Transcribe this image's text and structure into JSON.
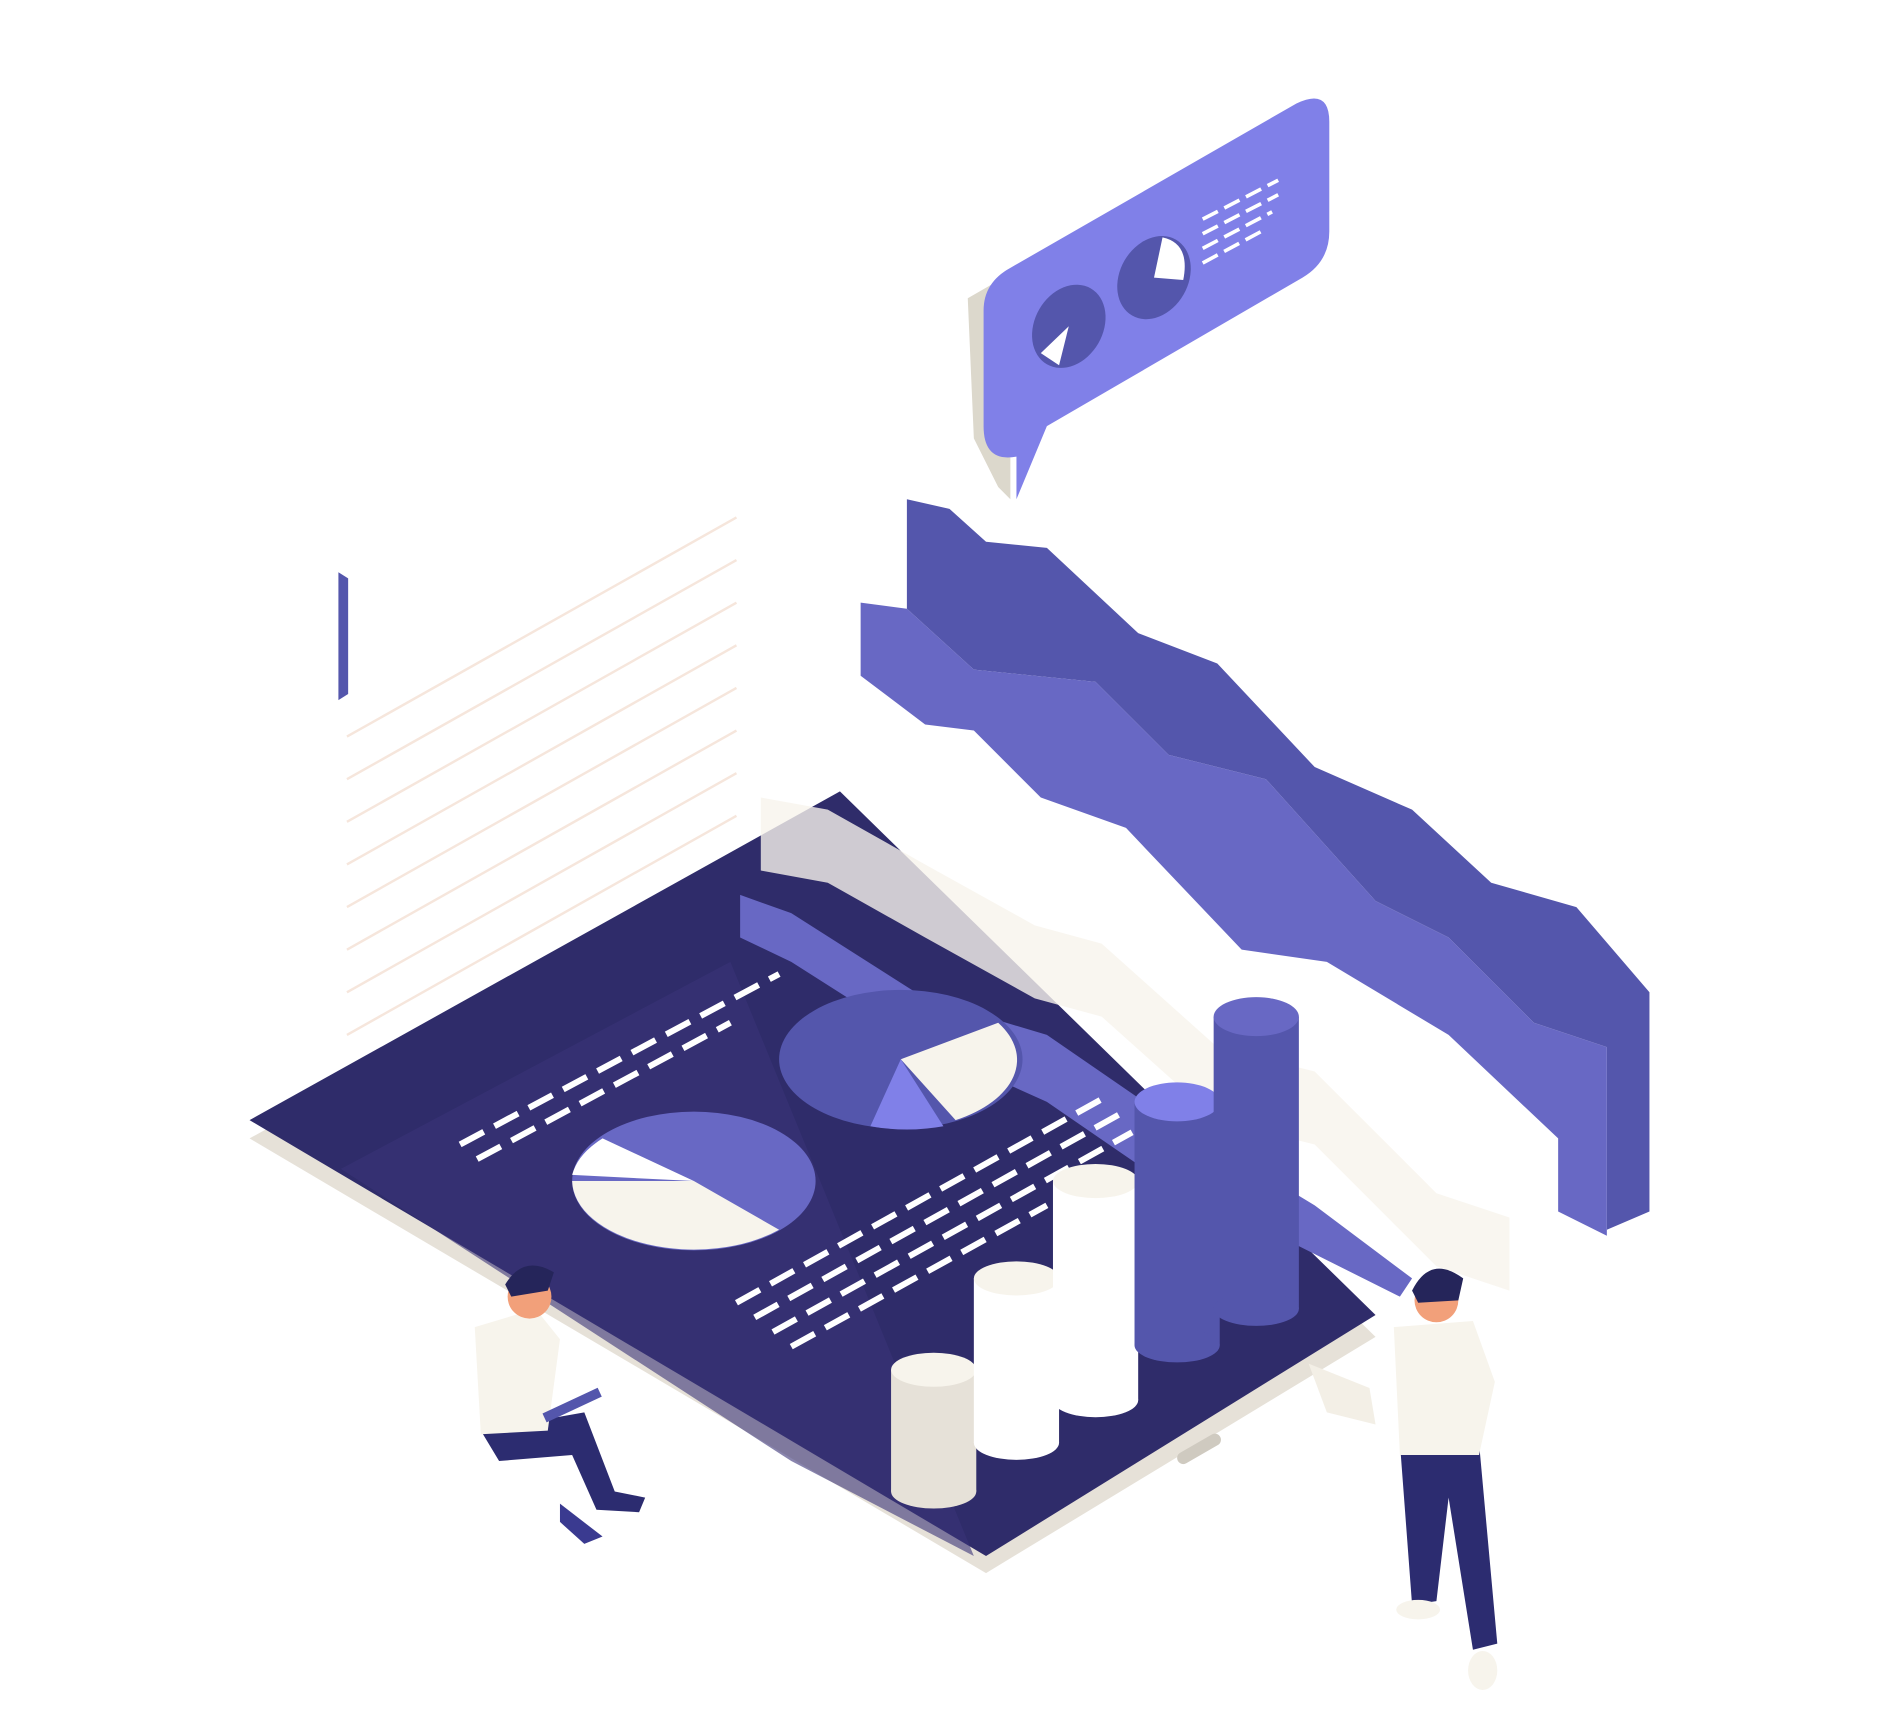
{
  "colors": {
    "background": "#ffffff",
    "tablet_screen": "#2f2c6a",
    "tablet_bezel": "#e6e1d8",
    "band_dark": "#5456ac",
    "band_light": "#6868c4",
    "bubble": "#8080e8",
    "bubble_side": "#dcd8cc",
    "cream": "#f3efe6",
    "skin": "#f2a07a",
    "pants": "#2c2c70",
    "hair": "#25255a"
  },
  "icons": [
    "tablet-device",
    "area-chart-bands",
    "speech-bubble-pie-charts",
    "pie-chart",
    "cylinder-bar-chart",
    "document-lines",
    "person-sitting",
    "person-standing"
  ]
}
